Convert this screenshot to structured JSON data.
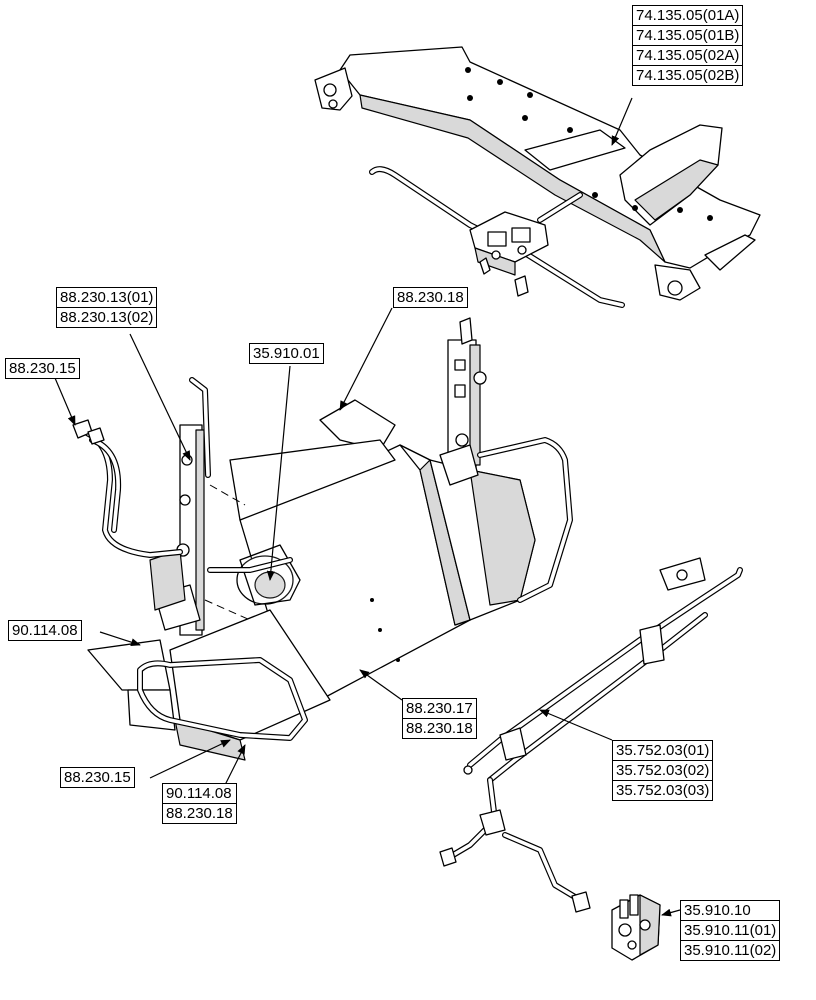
{
  "callouts": {
    "c1": [
      "74.135.05(01A)",
      "74.135.05(01B)",
      "74.135.05(02A)",
      "74.135.05(02B)"
    ],
    "c2": [
      "88.230.13(01)",
      "88.230.13(02)"
    ],
    "c3": [
      "88.230.18"
    ],
    "c4": [
      "88.230.15"
    ],
    "c5": [
      "35.910.01"
    ],
    "c6": [
      "90.114.08"
    ],
    "c7": [
      "88.230.17",
      "88.230.18"
    ],
    "c8": [
      "35.752.03(01)",
      "35.752.03(02)",
      "35.752.03(03)"
    ],
    "c9": [
      "88.230.15"
    ],
    "c10": [
      "90.114.08",
      "88.230.18"
    ],
    "c11": [
      "35.910.10",
      "35.910.11(01)",
      "35.910.11(02)"
    ]
  }
}
